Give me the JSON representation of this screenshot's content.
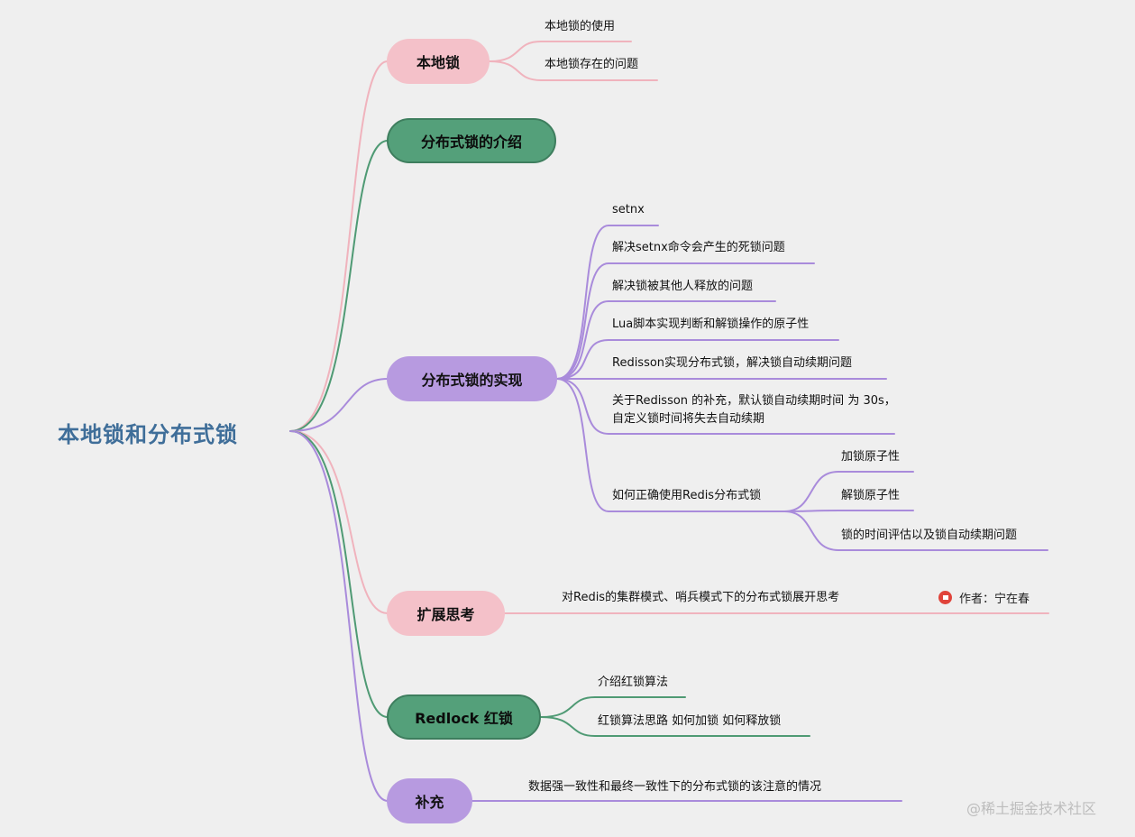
{
  "root": {
    "label": "本地锁和分布式锁"
  },
  "colors": {
    "pink": "#f4c1c9",
    "green": "#54a07a",
    "purple": "#b79ae0",
    "root_text": "#3f6e99",
    "link_pink": "#f0b3bd",
    "link_green": "#4f9a74",
    "link_purple": "#a98bdb"
  },
  "topics": [
    {
      "label": "本地锁",
      "color": "pink",
      "children": [
        "本地锁的使用",
        "本地锁存在的问题"
      ]
    },
    {
      "label": "分布式锁的介绍",
      "color": "green",
      "children": []
    },
    {
      "label": "分布式锁的实现",
      "color": "purple",
      "children": [
        "setnx",
        "解决setnx命令会产生的死锁问题",
        "解决锁被其他人释放的问题",
        "Lua脚本实现判断和解锁操作的原子性",
        "Redisson实现分布式锁，解决锁自动续期问题",
        "关于Redisson 的补充，默认锁自动续期时间 为 30s，自定义锁时间将失去自动续期",
        "如何正确使用Redis分布式锁"
      ],
      "sub_children": [
        "加锁原子性",
        "解锁原子性",
        "锁的时间评估以及锁自动续期问题"
      ]
    },
    {
      "label": "扩展思考",
      "color": "pink",
      "children": [
        "对Redis的集群模式、哨兵模式下的分布式锁展开思考"
      ]
    },
    {
      "label": "Redlock 红锁",
      "color": "green",
      "children": [
        "介绍红锁算法",
        "红锁算法思路 如何加锁 如何释放锁"
      ]
    },
    {
      "label": "补充",
      "color": "purple",
      "children": [
        "数据强一致性和最终一致性下的分布式锁的该注意的情况"
      ]
    }
  ],
  "author": {
    "text": "作者：宁在春",
    "icon": "flag-icon"
  },
  "watermark": "@稀土掘金技术社区"
}
